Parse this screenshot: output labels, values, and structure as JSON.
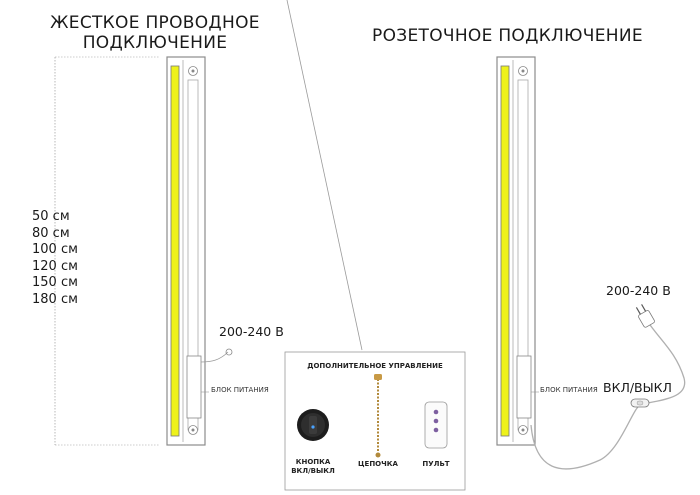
{
  "left": {
    "title_line1": "ЖЕСТКОЕ ПРОВОДНОЕ",
    "title_line2": "ПОДКЛЮЧЕНИЕ",
    "sizes": [
      "50 см",
      "80 см",
      "100 см",
      "120 см",
      "150 см",
      "180 см"
    ],
    "voltage": "200-240 В",
    "psu_label": "БЛОК ПИТАНИЯ"
  },
  "right": {
    "title": "РОЗЕТОЧНОЕ ПОДКЛЮЧЕНИЕ",
    "voltage": "200-240 В",
    "psu_label": "БЛОК ПИТАНИЯ",
    "switch_label": "ВКЛ/ВЫКЛ"
  },
  "extra_panel": {
    "title": "ДОПОЛНИТЕЛЬНОЕ УПРАВЛЕНИЕ",
    "button_line1": "КНОПКА",
    "button_line2": "ВКЛ/ВЫКЛ",
    "chain": "ЦЕПОЧКА",
    "remote": "ПУЛЬТ"
  },
  "colors": {
    "led": "#eef21a",
    "frame": "#9a9a9a",
    "cable": "#b0b0b0",
    "remote_button": "#7d5fa0"
  }
}
